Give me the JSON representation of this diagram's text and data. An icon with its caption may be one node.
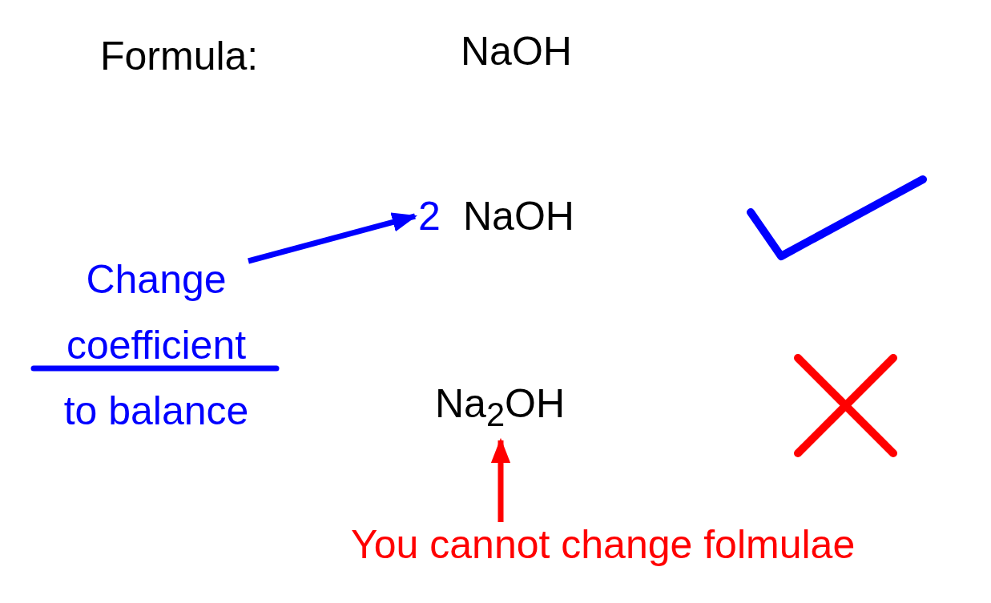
{
  "diagram": {
    "nodes": [
      {
        "text": [
          "Change coefficient to balance"
        ]
      },
      {
        "text": [
          "2"
        ]
      },
      {
        "text": [
          "Na$_{2}$OH"
        ]
      },
      {
        "text": [
          "You cannot change folmulae"
        ]
      }
    ],
    "edges": [
      {
        "from": 0,
        "to": 1,
        "arrow": "to",
        "color": "#0000ff"
      },
      {
        "from": 3,
        "to": 2,
        "arrow": "to",
        "color": "#ff0000"
      }
    ],
    "labels": [
      "Formula:",
      "NaOH",
      "NaOH"
    ]
  }
}
